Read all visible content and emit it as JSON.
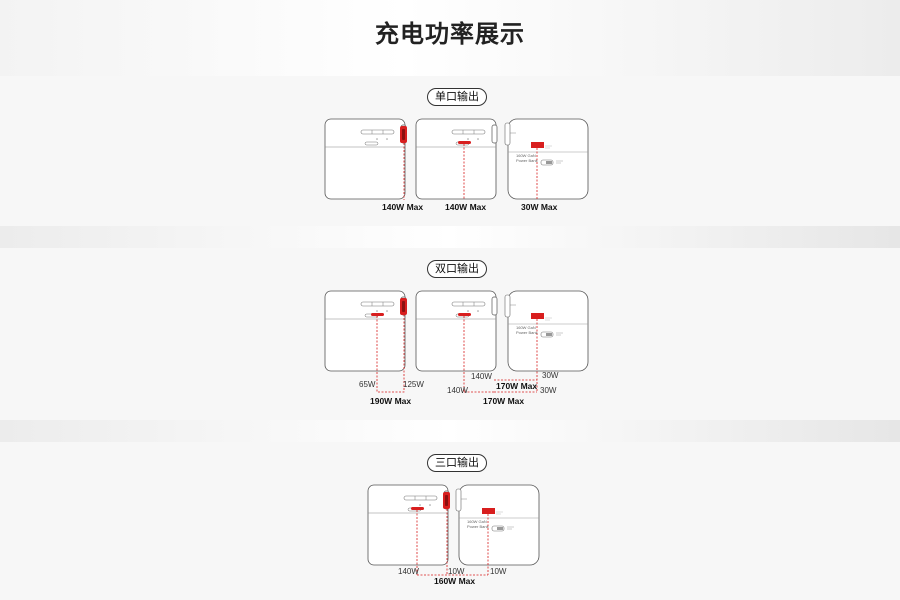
{
  "page": {
    "title": "充电功率展示",
    "colors": {
      "accent": "#d81e1e",
      "stroke": "#555555",
      "body": "#ffffff"
    }
  },
  "sections": {
    "single": {
      "label": "单口输出",
      "ratings": [
        "140W Max",
        "140W Max",
        "30W Max"
      ]
    },
    "dual": {
      "label": "双口输出",
      "left": {
        "port_a": "65W",
        "port_b": "125W",
        "total": "190W Max"
      },
      "right": {
        "c_port": "140W",
        "usb_port": "30W",
        "sub_total": "170W Max",
        "c_port_2": "140W",
        "usb_port_2": "30W",
        "total": "170W Max"
      }
    },
    "triple": {
      "label": "三口输出",
      "ports": [
        "140W",
        "10W",
        "10W"
      ],
      "total": "160W Max"
    }
  },
  "device": {
    "side_text_line1": "160W GaN",
    "side_text_line2": "Power Bank"
  }
}
